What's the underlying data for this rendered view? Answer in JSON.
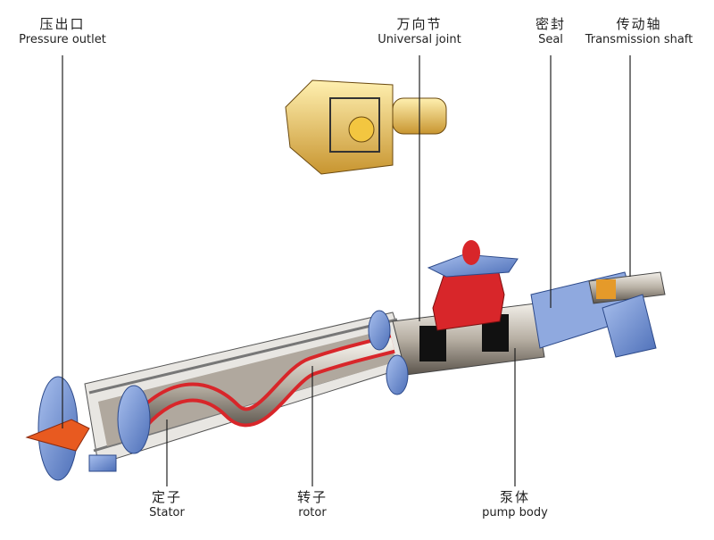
{
  "labels": {
    "pressure_outlet": {
      "zh": "压出口",
      "en": "Pressure outlet"
    },
    "universal_joint": {
      "zh": "万向节",
      "en": "Universal joint"
    },
    "seal": {
      "zh": "密封",
      "en": "Seal"
    },
    "transmission_shaft": {
      "zh": "传动轴",
      "en": "Transmission shaft"
    },
    "stator": {
      "zh": "定子",
      "en": "Stator"
    },
    "rotor": {
      "zh": "转子",
      "en": "rotor"
    },
    "pump_body": {
      "zh": "泵体",
      "en": "pump body"
    }
  },
  "colors": {
    "flange": "#6f8fd0",
    "fluid": "#d8262a",
    "metal": "#c9c2b8",
    "joint": "#e8c060"
  }
}
